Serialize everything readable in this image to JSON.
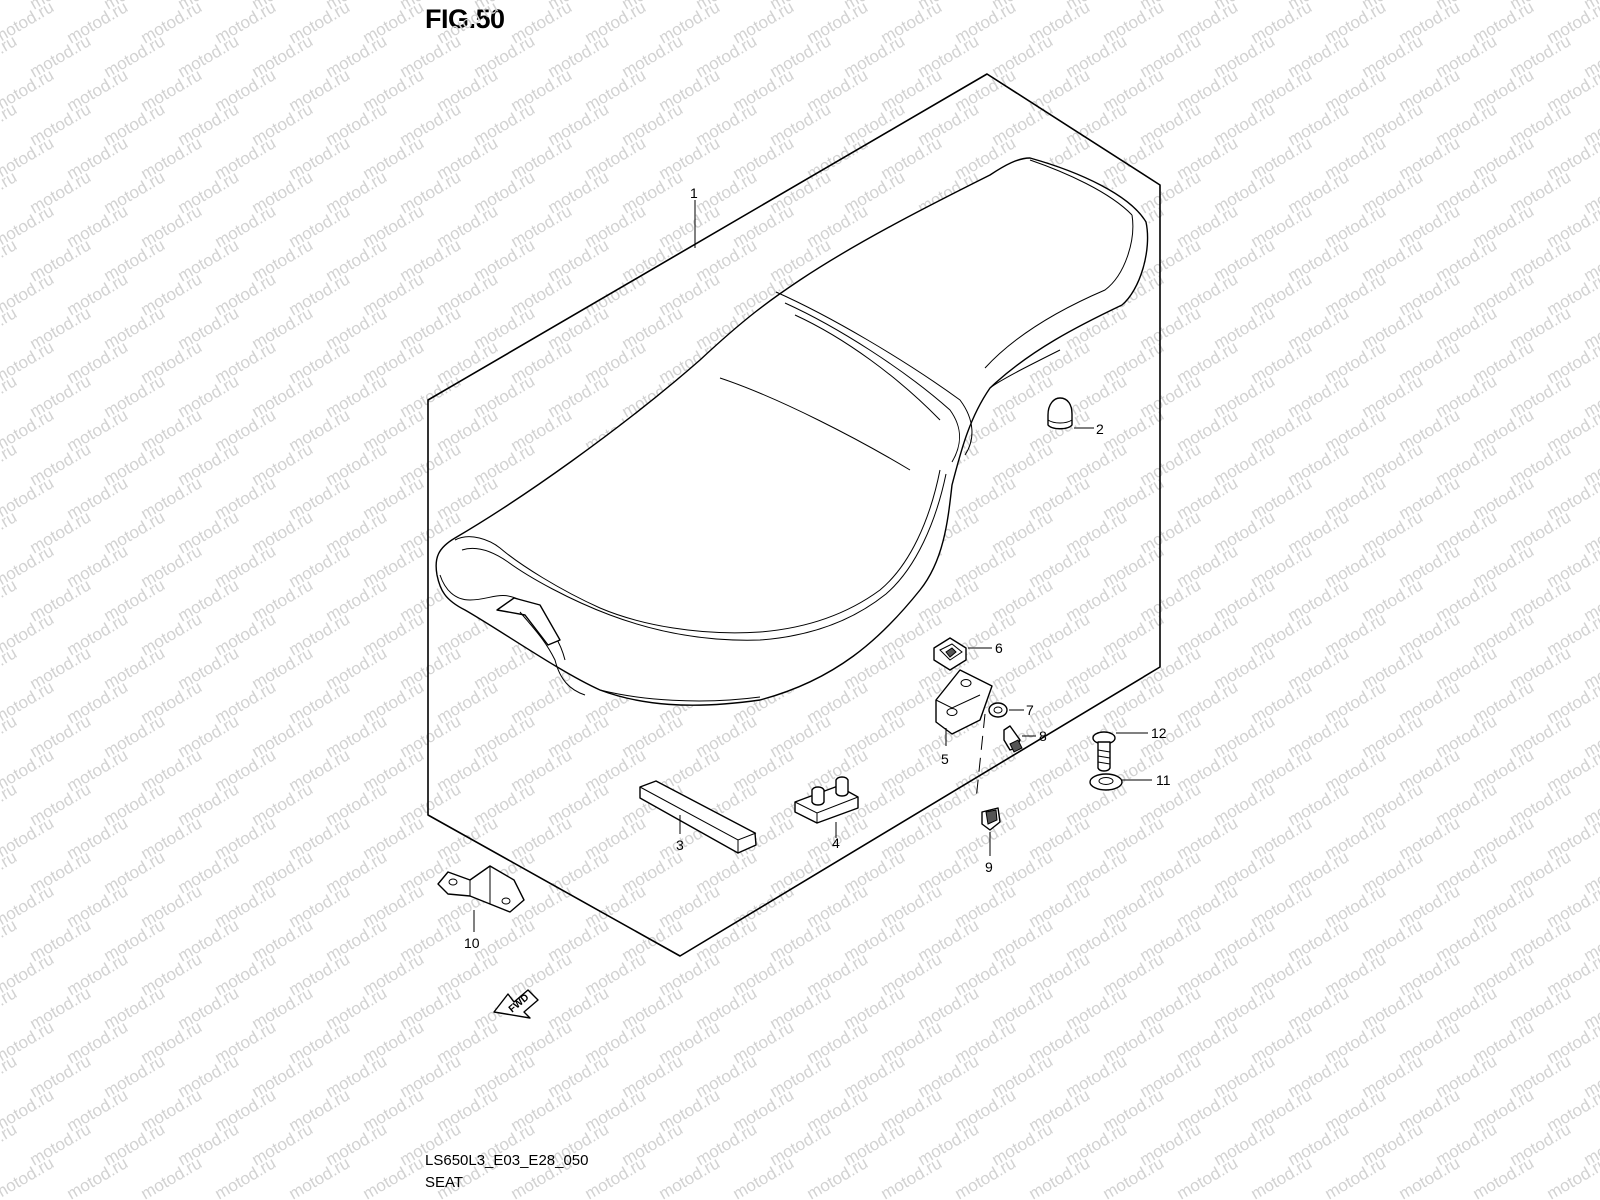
{
  "figure": {
    "title": "FIG.50",
    "code": "LS650L3_E03_E28_050",
    "name": "SEAT"
  },
  "watermark": {
    "text": "motod.ru",
    "color": "#d2d2d2"
  },
  "fwd_label": "FWD",
  "callouts": [
    "1",
    "2",
    "3",
    "4",
    "5",
    "6",
    "7",
    "8",
    "9",
    "10",
    "11",
    "12"
  ]
}
